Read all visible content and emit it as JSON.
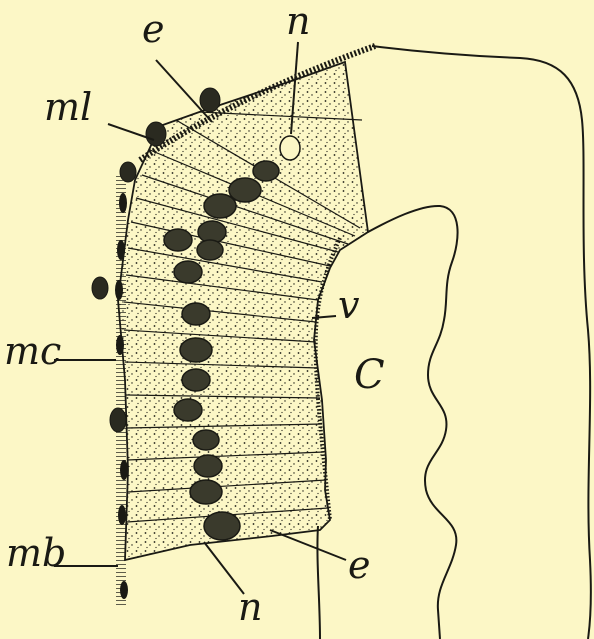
{
  "figure": {
    "background": "#fcf7c6",
    "ink": "#1a1a14",
    "labels": {
      "e_top": "e",
      "n_top": "n",
      "ml": "ml",
      "mc": "mc",
      "v": "v",
      "C": "C",
      "mb": "mb",
      "e_bottom": "e",
      "n_bottom": "n"
    }
  }
}
